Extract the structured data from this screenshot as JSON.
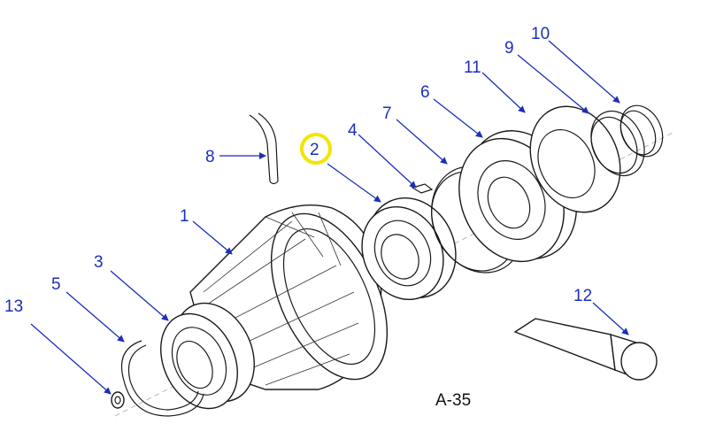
{
  "figure": {
    "label": "A-35"
  },
  "callouts": [
    {
      "id": "1",
      "text": "1"
    },
    {
      "id": "2",
      "text": "2",
      "highlighted": true
    },
    {
      "id": "3",
      "text": "3"
    },
    {
      "id": "4",
      "text": "4"
    },
    {
      "id": "5",
      "text": "5"
    },
    {
      "id": "6",
      "text": "6"
    },
    {
      "id": "7",
      "text": "7"
    },
    {
      "id": "8",
      "text": "8"
    },
    {
      "id": "9",
      "text": "9"
    },
    {
      "id": "10",
      "text": "10"
    },
    {
      "id": "11",
      "text": "11"
    },
    {
      "id": "12",
      "text": "12"
    },
    {
      "id": "13",
      "text": "13"
    }
  ],
  "colors": {
    "callout": "#1c2fb8",
    "highlight": "#f2e600",
    "line": "#1a1a1a"
  }
}
